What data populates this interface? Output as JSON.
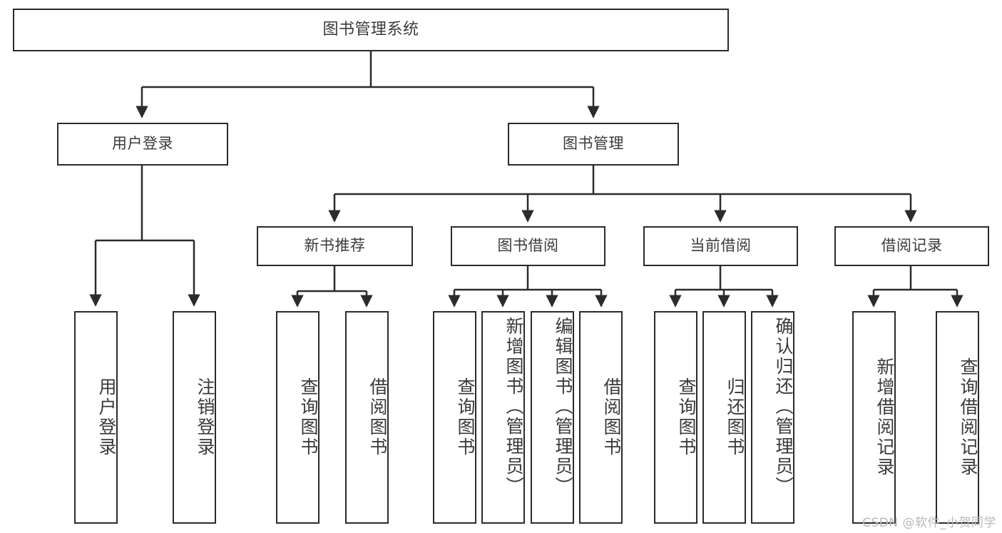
{
  "diagram": {
    "title": "图书管理系统",
    "type": "hierarchy-tree",
    "levels": 4,
    "root": {
      "label": "图书管理系统"
    },
    "level2": [
      {
        "label": "用户登录"
      },
      {
        "label": "图书管理"
      }
    ],
    "level3": [
      {
        "label": "新书推荐"
      },
      {
        "label": "图书借阅"
      },
      {
        "label": "当前借阅"
      },
      {
        "label": "借阅记录"
      }
    ],
    "leaves": {
      "user_login": [
        {
          "label": "用户登录"
        },
        {
          "label": "注销登录"
        }
      ],
      "new_book_recommend": [
        {
          "label": "查询图书"
        },
        {
          "label": "借阅图书"
        }
      ],
      "book_borrow": [
        {
          "label": "查询图书"
        },
        {
          "label": "新增图书（管理员）"
        },
        {
          "label": "编辑图书（管理员）"
        },
        {
          "label": "借阅图书"
        }
      ],
      "current_borrow": [
        {
          "label": "查询图书"
        },
        {
          "label": "归还图书"
        },
        {
          "label": "确认归还（管理员）"
        }
      ],
      "borrow_record": [
        {
          "label": "新增借阅记录"
        },
        {
          "label": "查询借阅记录"
        }
      ]
    },
    "watermark": "CSDN @软件_小贺同学",
    "colors": {
      "stroke": "#2b2b2b",
      "text": "#3a3a3a",
      "background": "#ffffff",
      "watermark": "#b9b9b9"
    }
  }
}
